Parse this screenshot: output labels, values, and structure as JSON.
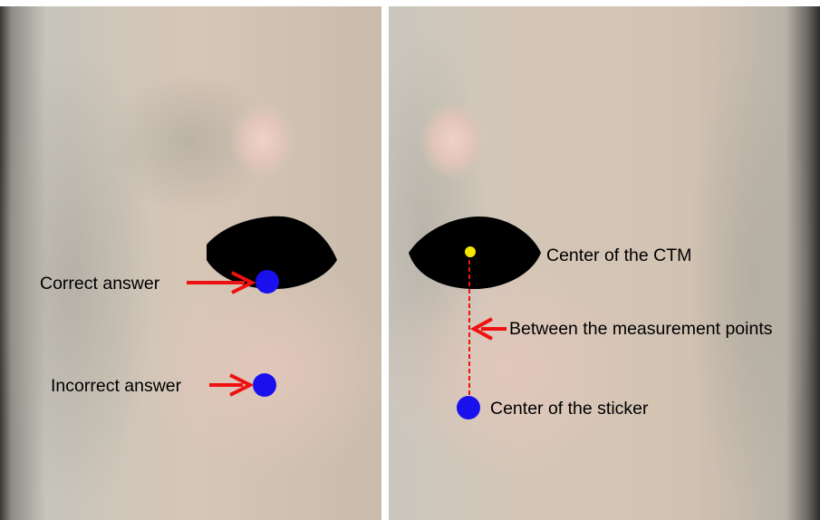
{
  "left_panel": {
    "correct_label": "Correct answer",
    "incorrect_label": "Incorrect answer"
  },
  "right_panel": {
    "ctm_center_label": "Center of the CTM",
    "between_label": "Between the measurement points",
    "sticker_center_label": "Center of the sticker"
  },
  "colors": {
    "skin": "#cfc2b3",
    "ctm_marker": "#000000",
    "sticker": "#1a10ee",
    "ctm_center_dot": "#f5e600",
    "arrow": "#ee1111",
    "distance_line": "#ee1111"
  }
}
